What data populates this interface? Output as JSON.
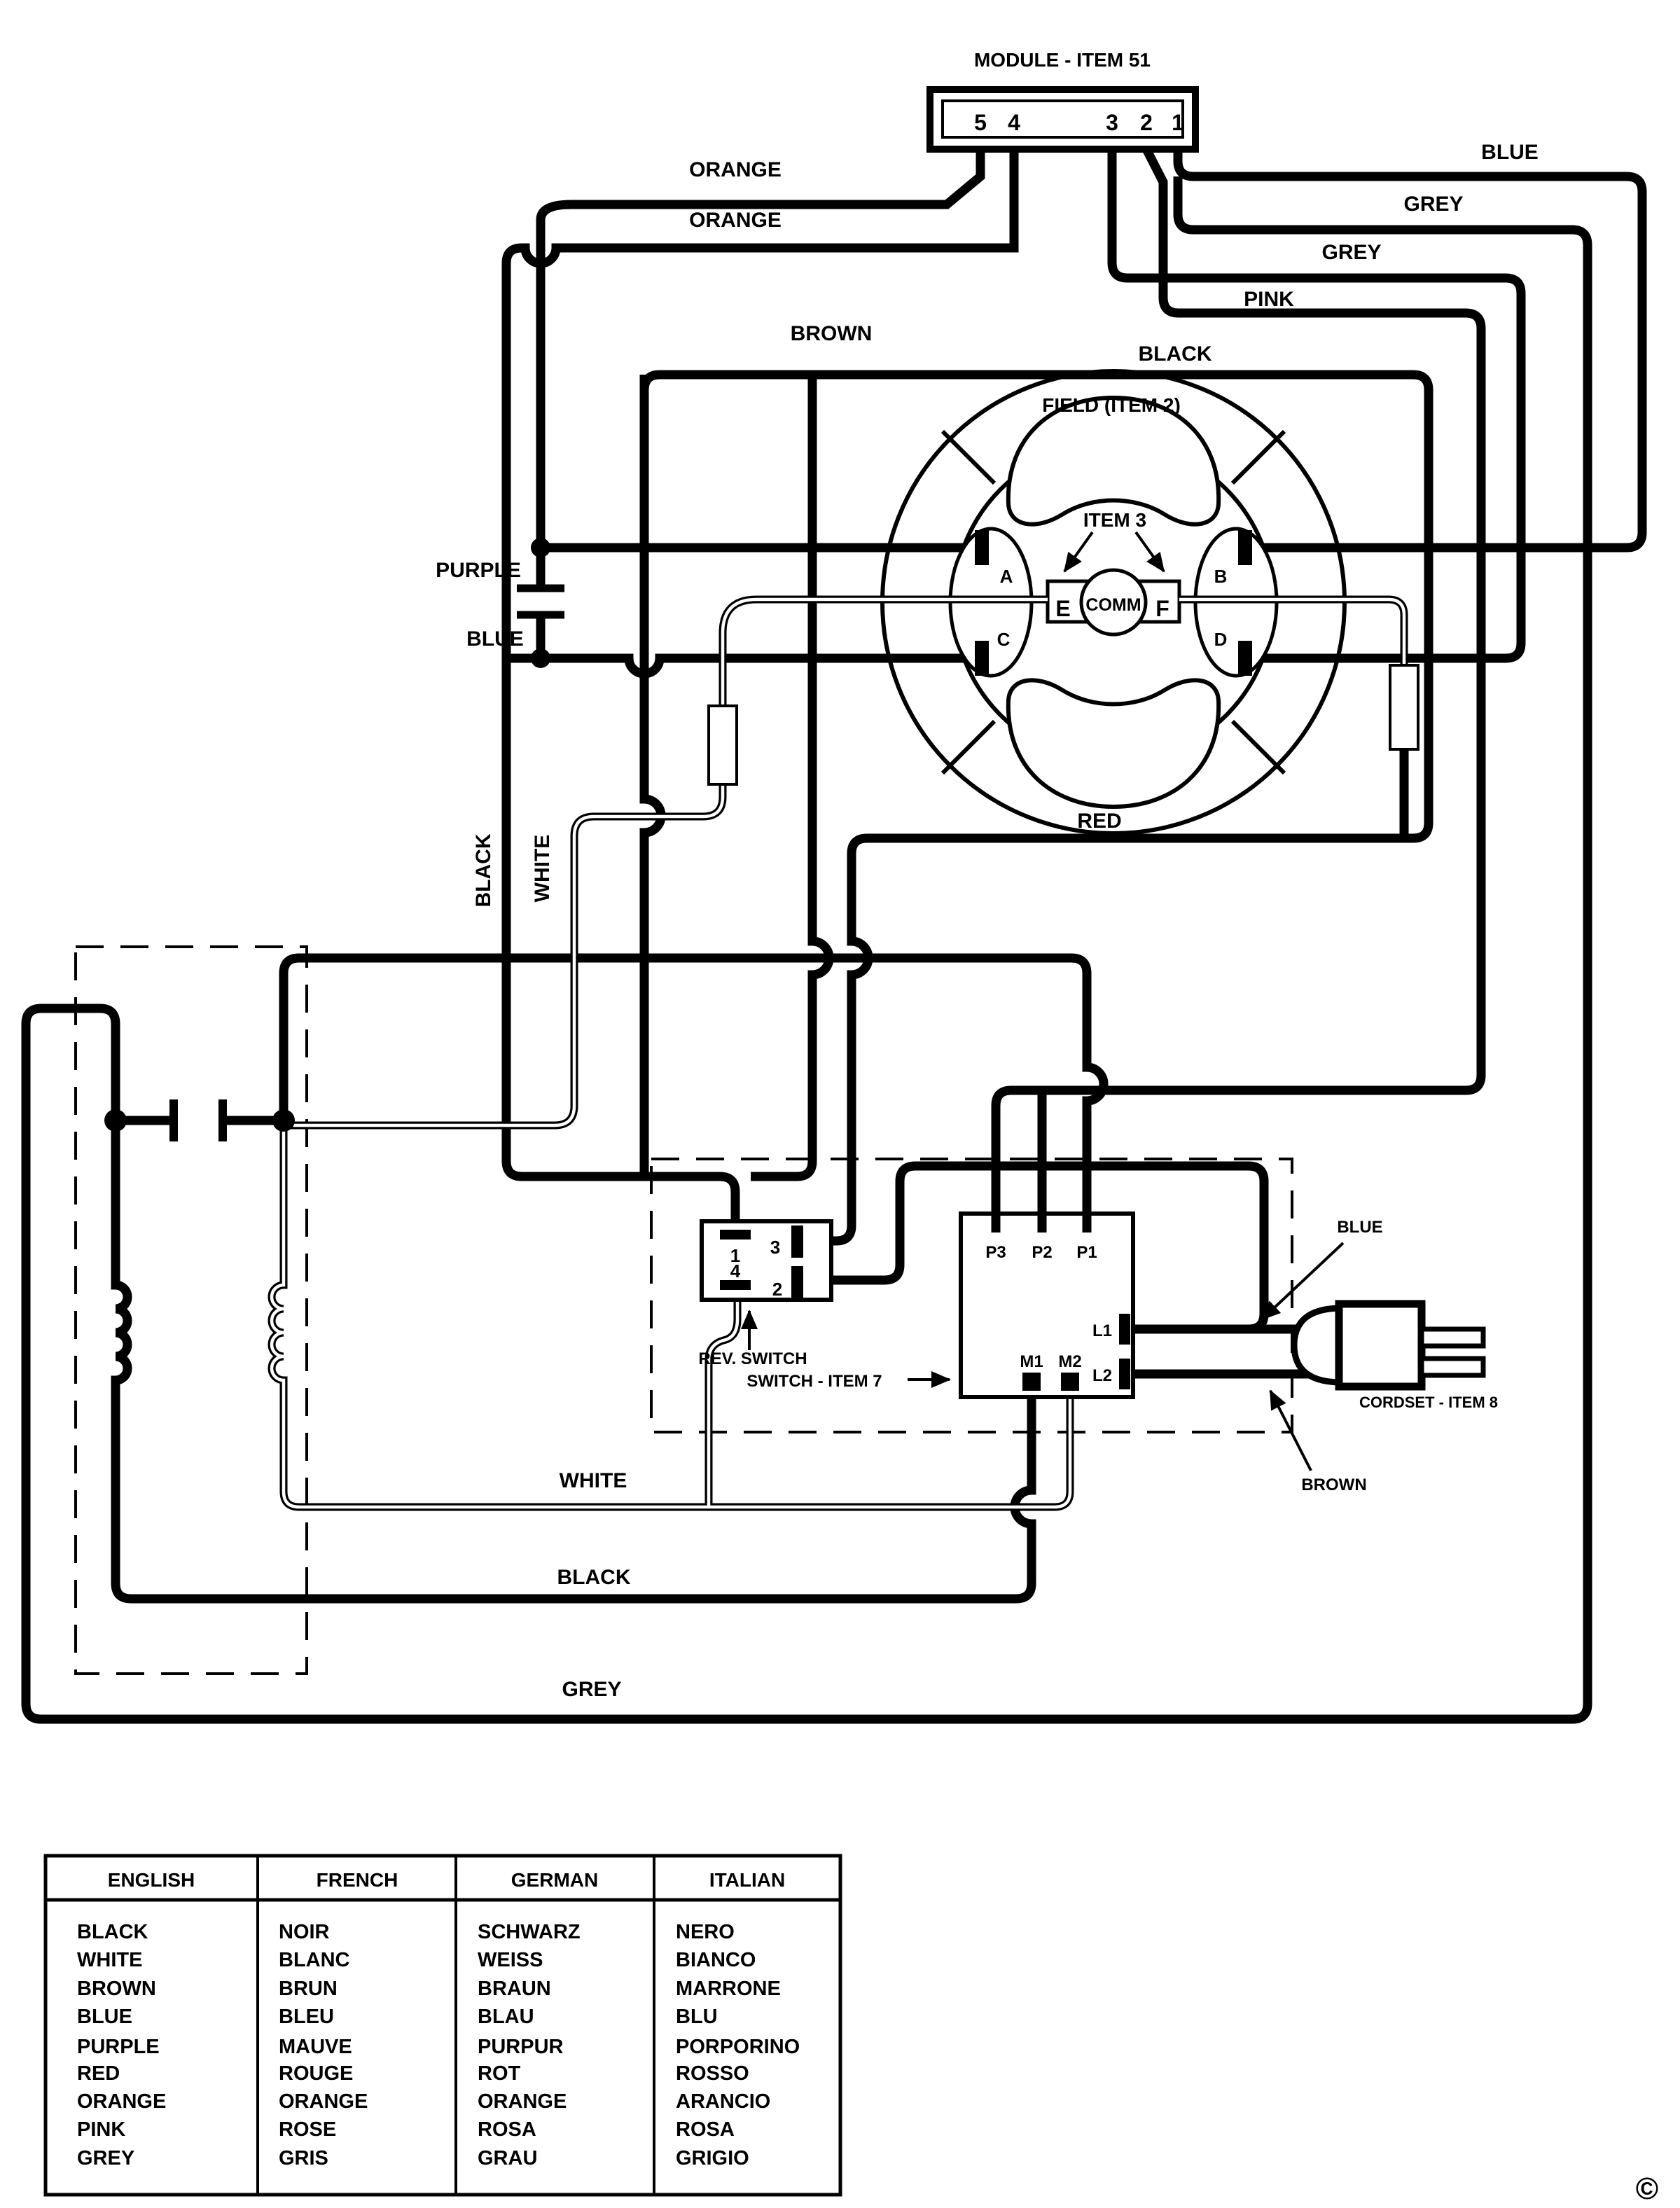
{
  "module": {
    "title": "MODULE - ITEM 51",
    "terminals": [
      "5",
      "4",
      "3",
      "2",
      "1"
    ]
  },
  "wire_labels": {
    "orange_1": "ORANGE",
    "orange_2": "ORANGE",
    "brown_top": "BROWN",
    "black_top": "BLACK",
    "blue_top": "BLUE",
    "grey_1": "GREY",
    "grey_2": "GREY",
    "pink": "PINK",
    "purple": "PURPLE",
    "blue_left": "BLUE",
    "black_vertical": "BLACK",
    "white_vertical": "WHITE",
    "red": "RED",
    "white_bottom": "WHITE",
    "black_bottom": "BLACK",
    "grey_bottom": "GREY"
  },
  "field": {
    "label": "FIELD  (ITEM 2)",
    "item3": "ITEM 3",
    "comm": "COMM",
    "terminals": {
      "a": "A",
      "b": "B",
      "c": "C",
      "d": "D",
      "e": "E",
      "f": "F"
    }
  },
  "rev_switch": {
    "label": "REV. SWITCH",
    "terminals": {
      "t1": "1",
      "t3": "3",
      "t4": "4",
      "t2": "2"
    }
  },
  "main_switch": {
    "label": "SWITCH - ITEM 7",
    "terminals": {
      "p3": "P3",
      "p2": "P2",
      "p1": "P1",
      "m1": "M1",
      "m2": "M2",
      "l1": "L1",
      "l2": "L2"
    }
  },
  "cordset": {
    "label": "CORDSET - ITEM 8",
    "blue": "BLUE",
    "brown": "BROWN"
  },
  "table": {
    "headers": [
      "ENGLISH",
      "FRENCH",
      "GERMAN",
      "ITALIAN"
    ],
    "rows": [
      {
        "english": "BLACK",
        "french": "NOIR",
        "german": "SCHWARZ",
        "italian": "NERO"
      },
      {
        "english": "WHITE",
        "french": "BLANC",
        "german": "WEISS",
        "italian": "BIANCO"
      },
      {
        "english": "BROWN",
        "french": "BRUN",
        "german": "BRAUN",
        "italian": "MARRONE"
      },
      {
        "english": "BLUE",
        "french": "BLEU",
        "german": "BLAU",
        "italian": "BLU"
      },
      {
        "english": "PURPLE",
        "french": "MAUVE",
        "german": "PURPUR",
        "italian": "PORPORINO"
      },
      {
        "english": "RED",
        "french": "ROUGE",
        "german": "ROT",
        "italian": "ROSSO"
      },
      {
        "english": "ORANGE",
        "french": "ORANGE",
        "german": "ORANGE",
        "italian": "ARANCIO"
      },
      {
        "english": "PINK",
        "french": "ROSE",
        "german": "ROSA",
        "italian": "ROSA"
      },
      {
        "english": "GREY",
        "french": "GRIS",
        "german": "GRAU",
        "italian": "GRIGIO"
      }
    ]
  },
  "copyright": "©"
}
